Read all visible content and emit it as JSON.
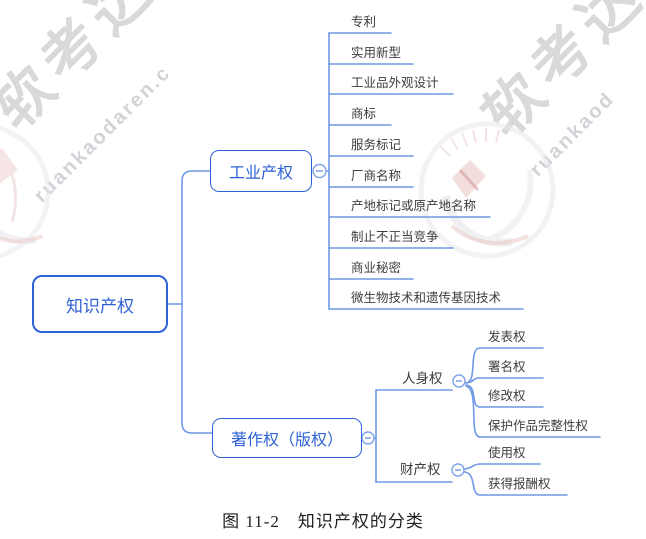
{
  "figure": {
    "caption": "图 11-2　知识产权的分类"
  },
  "watermark": {
    "brand_cn": "软考达",
    "brand_en_a": "ruankaodaren.c",
    "brand_en_b": "ruankaod",
    "badge": "ruankaodaren-logo",
    "text_color": "#d6d6da",
    "accent_red": "#d98f8f"
  },
  "colors": {
    "node_blue": "#2e62d6",
    "edge_blue": "#6e99e4",
    "leaf_text": "#3d3d3d"
  },
  "mindmap": {
    "root": {
      "label": "知识产权"
    },
    "branches": [
      {
        "label": "工业产权",
        "collapse_icon": "minus",
        "children": [
          "专利",
          "实用新型",
          "工业品外观设计",
          "商标",
          "服务标记",
          "厂商名称",
          "产地标记或原产地名称",
          "制止不正当竞争",
          "商业秘密",
          "微生物技术和遗传基因技术"
        ]
      },
      {
        "label": "著作权（版权）",
        "collapse_icon": "minus",
        "children": [
          {
            "label": "人身权",
            "collapse_icon": "minus",
            "children": [
              "发表权",
              "署名权",
              "修改权",
              "保护作品完整性权"
            ]
          },
          {
            "label": "财产权",
            "collapse_icon": "minus",
            "children": [
              "使用权",
              "获得报酬权"
            ]
          }
        ]
      }
    ]
  }
}
